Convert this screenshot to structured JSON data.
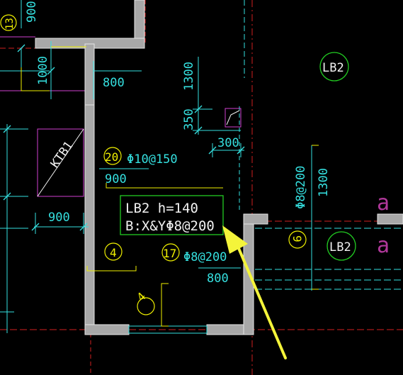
{
  "colors": {
    "background": "#000000",
    "wall": "#a8a8a8",
    "wall_edge": "#e6e6e6",
    "dim": "#35e0e0",
    "rebar_text": "#35e0e0",
    "callout_yellow": "#f0f000",
    "slab_green": "#22cc22",
    "red_axis": "#d02020",
    "magenta": "#d040d0",
    "arrow": "#f4f43a",
    "label_white": "#f2f2f2",
    "faint_text": "#b0389a"
  },
  "dimensions": {
    "d900_top_left": "900",
    "d1000": "1000",
    "d800_top": "800",
    "d1300_top": "1300",
    "d350": "350",
    "d300": "300",
    "d900_mid": "900",
    "d900_left": "900",
    "d800_bottom": "800",
    "d1300_right": "1300"
  },
  "callouts": {
    "c13": "13",
    "c20": "20",
    "c4": "4",
    "c17": "17",
    "c9": "9",
    "c4_bottom": "4"
  },
  "rebar": {
    "r20": "Φ10@150",
    "r17": "Φ8@200",
    "r_right": "Φ8@200"
  },
  "slab_tags": {
    "top": "LB2",
    "right": "LB2"
  },
  "opening_tag": "KTB1",
  "info_box": {
    "line1": "LB2  h=140",
    "line2": "B:X&YΦ8@200"
  },
  "edge_text": {
    "a1": "a",
    "a2": "a"
  }
}
